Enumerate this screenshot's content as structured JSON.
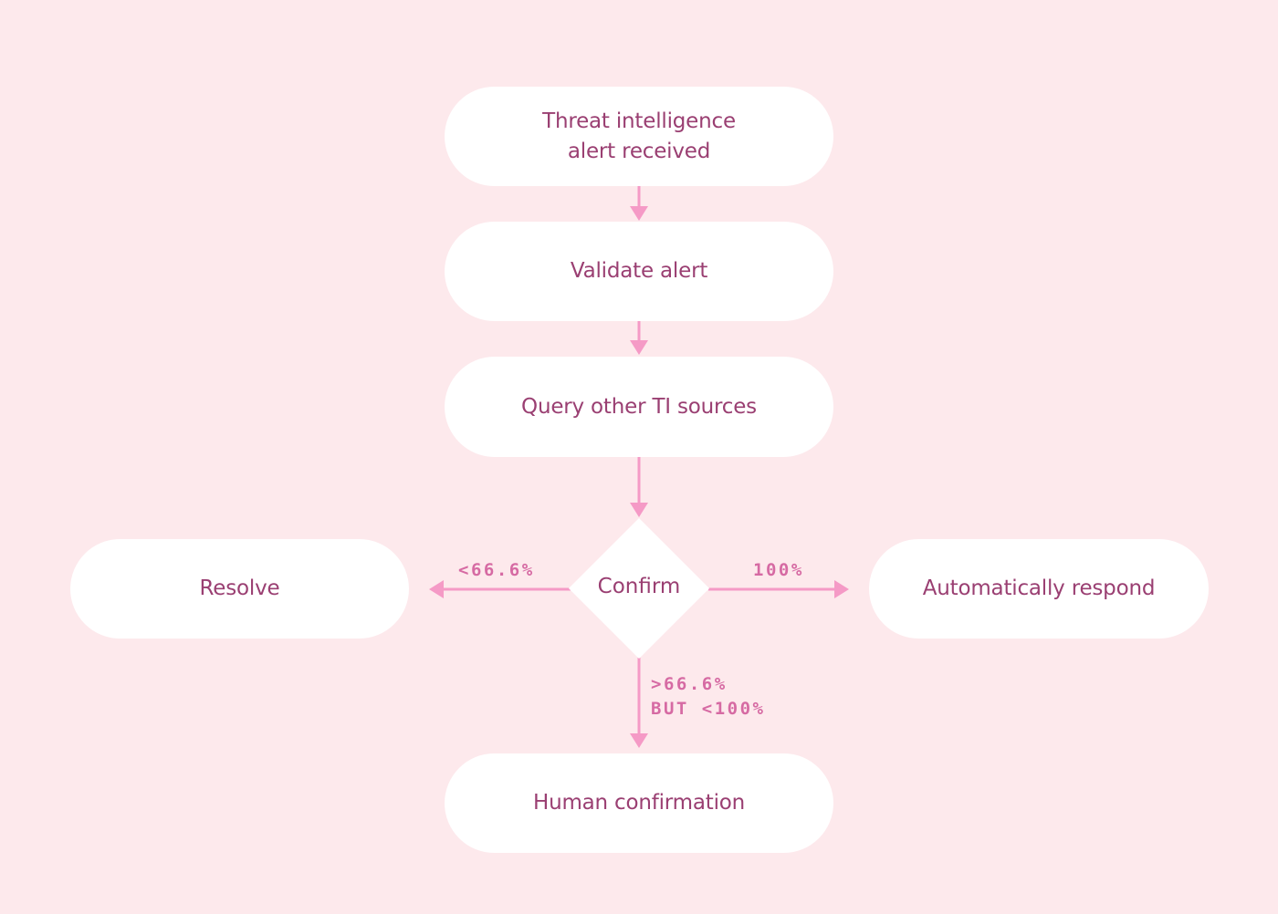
{
  "diagram": {
    "nodes": {
      "threat_alert": "Threat intelligence\nalert received",
      "validate_alert": "Validate alert",
      "query_sources": "Query other TI sources",
      "confirm": "Confirm",
      "resolve": "Resolve",
      "auto_respond": "Automatically respond",
      "human_confirmation": "Human confirmation"
    },
    "edges": {
      "low": "<66.6%",
      "high": "100%",
      "mid": ">66.6%\nBUT <100%"
    },
    "colors": {
      "background": "#fde9ec",
      "node_fill": "#ffffff",
      "node_text": "#9a3f72",
      "connector": "#f59ac6",
      "edge_label": "#d66aa3"
    }
  }
}
